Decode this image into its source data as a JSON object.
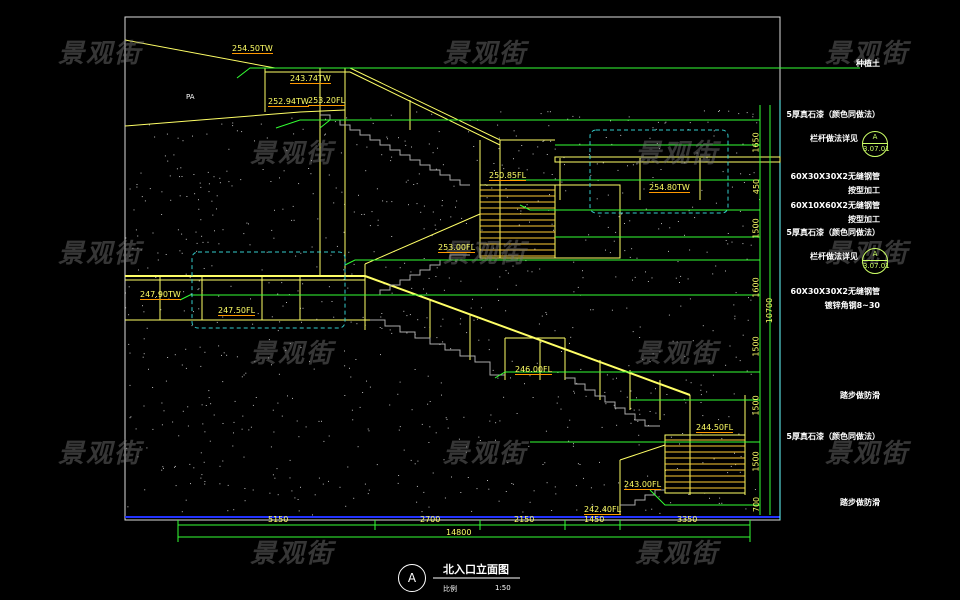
{
  "watermark": "景观街",
  "title": {
    "bubble": "A",
    "name": "北入口立面图",
    "scale_label": "比例",
    "scale_value": "1:50"
  },
  "area_tag": "PA",
  "elevations": [
    "254.50TW",
    "243.74TW",
    "252.94TW",
    "253.20FL",
    "250.85FL",
    "254.80TW",
    "253.00FL",
    "247.90TW",
    "247.50FL",
    "246.00FL",
    "244.50FL",
    "243.00FL",
    "242.40FL"
  ],
  "notes": [
    "种植土",
    "5厚真石漆（颜色同做法）",
    "栏杆做法详见",
    "60X30X30X2无缝钢管",
    "按型加工",
    "60X10X60X2无缝钢管",
    "按型加工",
    "5厚真石漆（颜色同做法）",
    "栏杆做法详见",
    "60X30X30X2无缝钢管",
    "镀锌角钢8~30",
    "踏步做防滑",
    "5厚真石漆（颜色同做法）",
    "踏步做防滑"
  ],
  "detail_refs": [
    {
      "id": "A",
      "sheet": "3.07.01"
    },
    {
      "id": "A",
      "sheet": "3.07.01"
    }
  ],
  "horizontal_dims": [
    "5150",
    "2700",
    "2150",
    "1450",
    "3350"
  ],
  "horizontal_total": "14800",
  "vertical_dims": [
    "1650",
    "450",
    "1500",
    "1600",
    "1500",
    "1500",
    "1500",
    "700"
  ],
  "vertical_total": "10700",
  "colors": {
    "background": "#000000",
    "structure": "#ffff66",
    "leader": "#33ff33",
    "frame": "#ffffff",
    "ground": "#0000ff",
    "dashed": "#33cccc"
  }
}
